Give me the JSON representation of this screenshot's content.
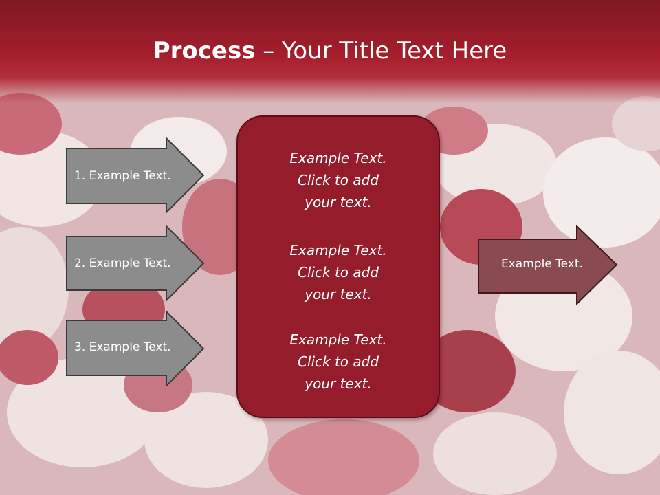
{
  "slide": {
    "title_bold": "Process",
    "title_rest": " – Your Title Text Here",
    "left_arrows": [
      {
        "label": "1. Example Text."
      },
      {
        "label": "2. Example Text."
      },
      {
        "label": "3. Example Text."
      }
    ],
    "center_blocks": [
      {
        "line1": "Example Text.",
        "line2": "Click  to add",
        "line3": "your text."
      },
      {
        "line1": "Example Text.",
        "line2": "Click  to add",
        "line3": "your text."
      },
      {
        "line1": "Example Text.",
        "line2": "Click  to add",
        "line3": "your text."
      }
    ],
    "right_arrow": {
      "label": "Example Text."
    }
  },
  "colors": {
    "title_bar": "#a61e2c",
    "left_arrow_fill": "#8c8c8c",
    "center_box_fill": "#951c2a",
    "right_arrow_fill": "#8a4b50"
  }
}
